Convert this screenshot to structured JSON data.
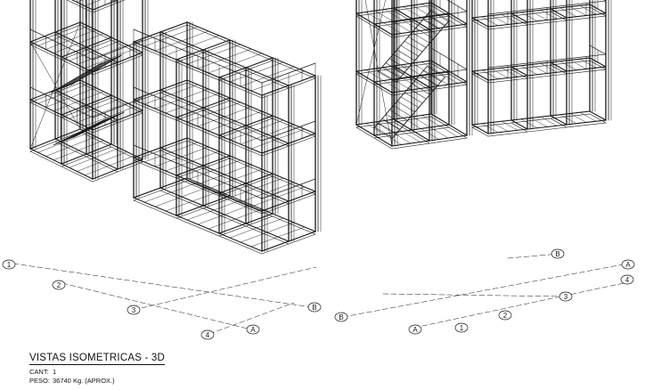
{
  "drawing": {
    "title": "VISTAS ISOMETRICAS - 3D",
    "cant_label": "CANT:",
    "cant_value": "1",
    "peso_label": "PESO:",
    "peso_value": "36740 Kg. (APROX.)"
  },
  "views": [
    {
      "name": "left-isometric",
      "grid_labels": [
        "1",
        "2",
        "3",
        "4",
        "A",
        "B"
      ]
    },
    {
      "name": "right-isometric",
      "grid_labels": [
        "B",
        "A",
        "1",
        "2",
        "3",
        "4",
        "A",
        "B"
      ]
    }
  ],
  "colors": {
    "line": "#1a1a1a",
    "background": "#ffffff"
  }
}
